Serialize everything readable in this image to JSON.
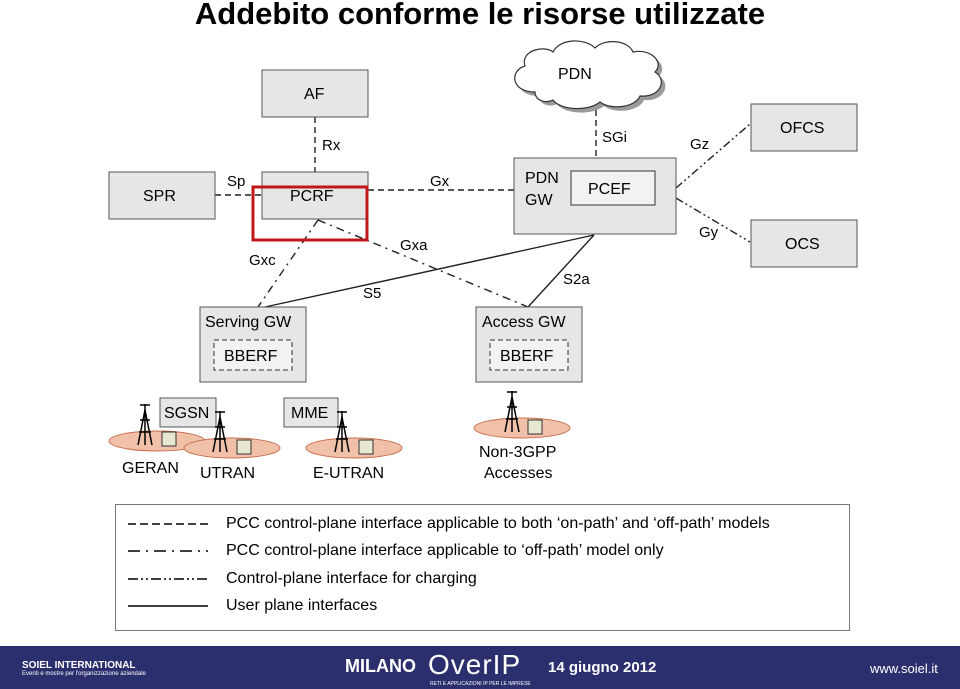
{
  "title": "Addebito conforme le risorse utilizzate",
  "nodes": {
    "af": "AF",
    "pdn": "PDN",
    "ofcs": "OFCS",
    "spr": "SPR",
    "pcrf": "PCRF",
    "pdn_gw_line1": "PDN",
    "pdn_gw_line2": "GW",
    "pcef": "PCEF",
    "ocs": "OCS",
    "serving_gw": "Serving GW",
    "access_gw": "Access GW",
    "bberf_serving": "BBERF",
    "bberf_access": "BBERF",
    "sgsn": "SGSN",
    "mme": "MME",
    "geran": "GERAN",
    "utran": "UTRAN",
    "eutran": "E-UTRAN",
    "non3gpp_line1": "Non-3GPP",
    "non3gpp_line2": "Accesses"
  },
  "links": {
    "rx": "Rx",
    "sgi": "SGi",
    "gz": "Gz",
    "sp": "Sp",
    "gx": "Gx",
    "gy": "Gy",
    "gxa": "Gxa",
    "gxc": "Gxc",
    "s5": "S5",
    "s2a": "S2a"
  },
  "legend": [
    {
      "style": "dashed",
      "text": "PCC control-plane interface applicable to both ‘on-path’ and ‘off-path’ models"
    },
    {
      "style": "dash-dot",
      "text": "PCC control-plane interface applicable to ‘off-path’ model only"
    },
    {
      "style": "dash-dot-dot",
      "text": "Control-plane interface for charging"
    },
    {
      "style": "solid",
      "text": "User plane interfaces"
    }
  ],
  "footer": {
    "org": "SOIEL INTERNATIONAL",
    "org_sub": "Eventi e mostre per l'organizzazione aziendale",
    "city": "MILANO",
    "brand": "OverIP",
    "brand_sub": "RETI E APPLICAZIONI IP PER LE IMPRESE",
    "date": "14 giugno 2012",
    "site": "www.soiel.it"
  },
  "colors": {
    "node_fill": "#e6e6e6",
    "highlight": "#c0181a",
    "footer_bg": "#2c2f6e",
    "cell_fill": "#f0c0a8"
  }
}
